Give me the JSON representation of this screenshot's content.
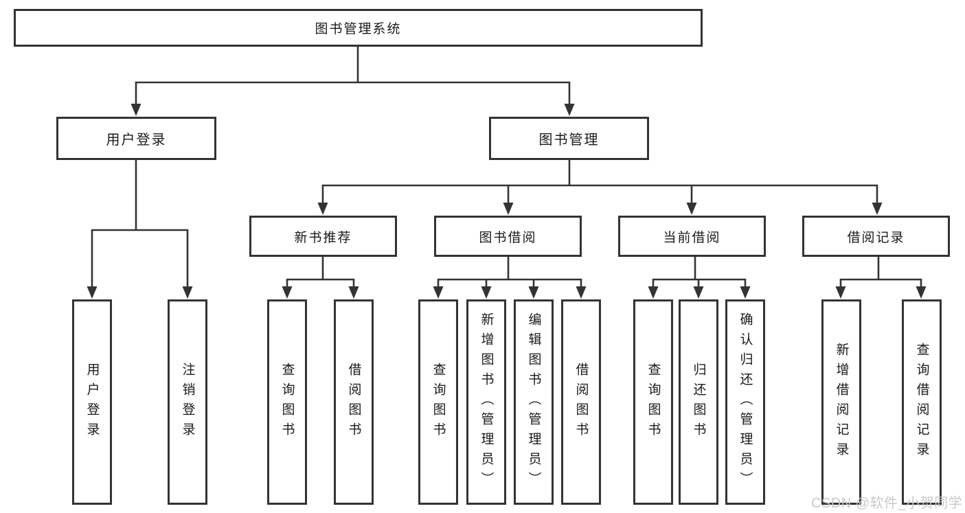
{
  "diagram": {
    "root": {
      "label": "图书管理系统"
    },
    "branches": [
      {
        "label": "用户登录",
        "children": [
          {
            "label": "用户登录"
          },
          {
            "label": "注销登录"
          }
        ]
      },
      {
        "label": "图书管理",
        "children": [
          {
            "label": "新书推荐",
            "children": [
              {
                "label": "查询图书"
              },
              {
                "label": "借阅图书"
              }
            ]
          },
          {
            "label": "图书借阅",
            "children": [
              {
                "label": "查询图书"
              },
              {
                "label": "新增图书（管理员）"
              },
              {
                "label": "编辑图书（管理员）"
              },
              {
                "label": "借阅图书"
              }
            ]
          },
          {
            "label": "当前借阅",
            "children": [
              {
                "label": "查询图书"
              },
              {
                "label": "归还图书"
              },
              {
                "label": "确认归还（管理员）"
              }
            ]
          },
          {
            "label": "借阅记录",
            "children": [
              {
                "label": "新增借阅记录"
              },
              {
                "label": "查询借阅记录"
              }
            ]
          }
        ]
      }
    ]
  },
  "watermark": {
    "text": "CSDN @软件_小贺同学"
  },
  "colors": {
    "line": "#333333",
    "text": "#1a1a1a",
    "node_background": "#ffffff",
    "watermark": "#c9c9c9",
    "background": "#ffffff"
  }
}
